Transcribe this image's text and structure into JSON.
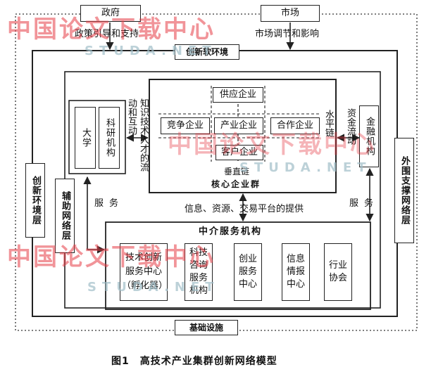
{
  "government": {
    "label": "政府",
    "arrow_text": "政策引导和支持"
  },
  "market": {
    "label": "市场",
    "arrow_text": "市场调节和影响"
  },
  "soft_environment": "创新软环境",
  "infrastructure": "基础设施",
  "innovation_environment_layer": "创新环境层",
  "external_support_layer": "外围支撑网络层",
  "auxiliary_network_layer": "辅助网络层",
  "university": "大学",
  "research_institute": "科研机构",
  "knowledge_flow": "知识技术人才的流动和互动",
  "core_group": {
    "supply": "供应企业",
    "competition": "竞争企业",
    "industry": "产业企业",
    "cooperation": "合作企业",
    "customer": "客户企业",
    "horizontal_chain": "水平链",
    "vertical_chain": "垂直链",
    "core_title": "核心企业群"
  },
  "capital_flow": "资金流动",
  "financial_institution": "金融机构",
  "service_left": "服务",
  "service_right": "服务",
  "platform_text": "信息、资源、交易平台的提供",
  "intermediary": {
    "title": "中介服务机构",
    "tech_center": "技术创新服务中心（孵化器）",
    "consulting": "科技咨询服务机构",
    "entrepreneurship": "创业服务中心",
    "info_center": "信息情报中心",
    "industry_assoc": "行业协会"
  },
  "caption": "图1　高技术产业集群创新网络模型",
  "watermarks": {
    "cn": "中国论文下载中心",
    "url": "STUDA.NET"
  }
}
